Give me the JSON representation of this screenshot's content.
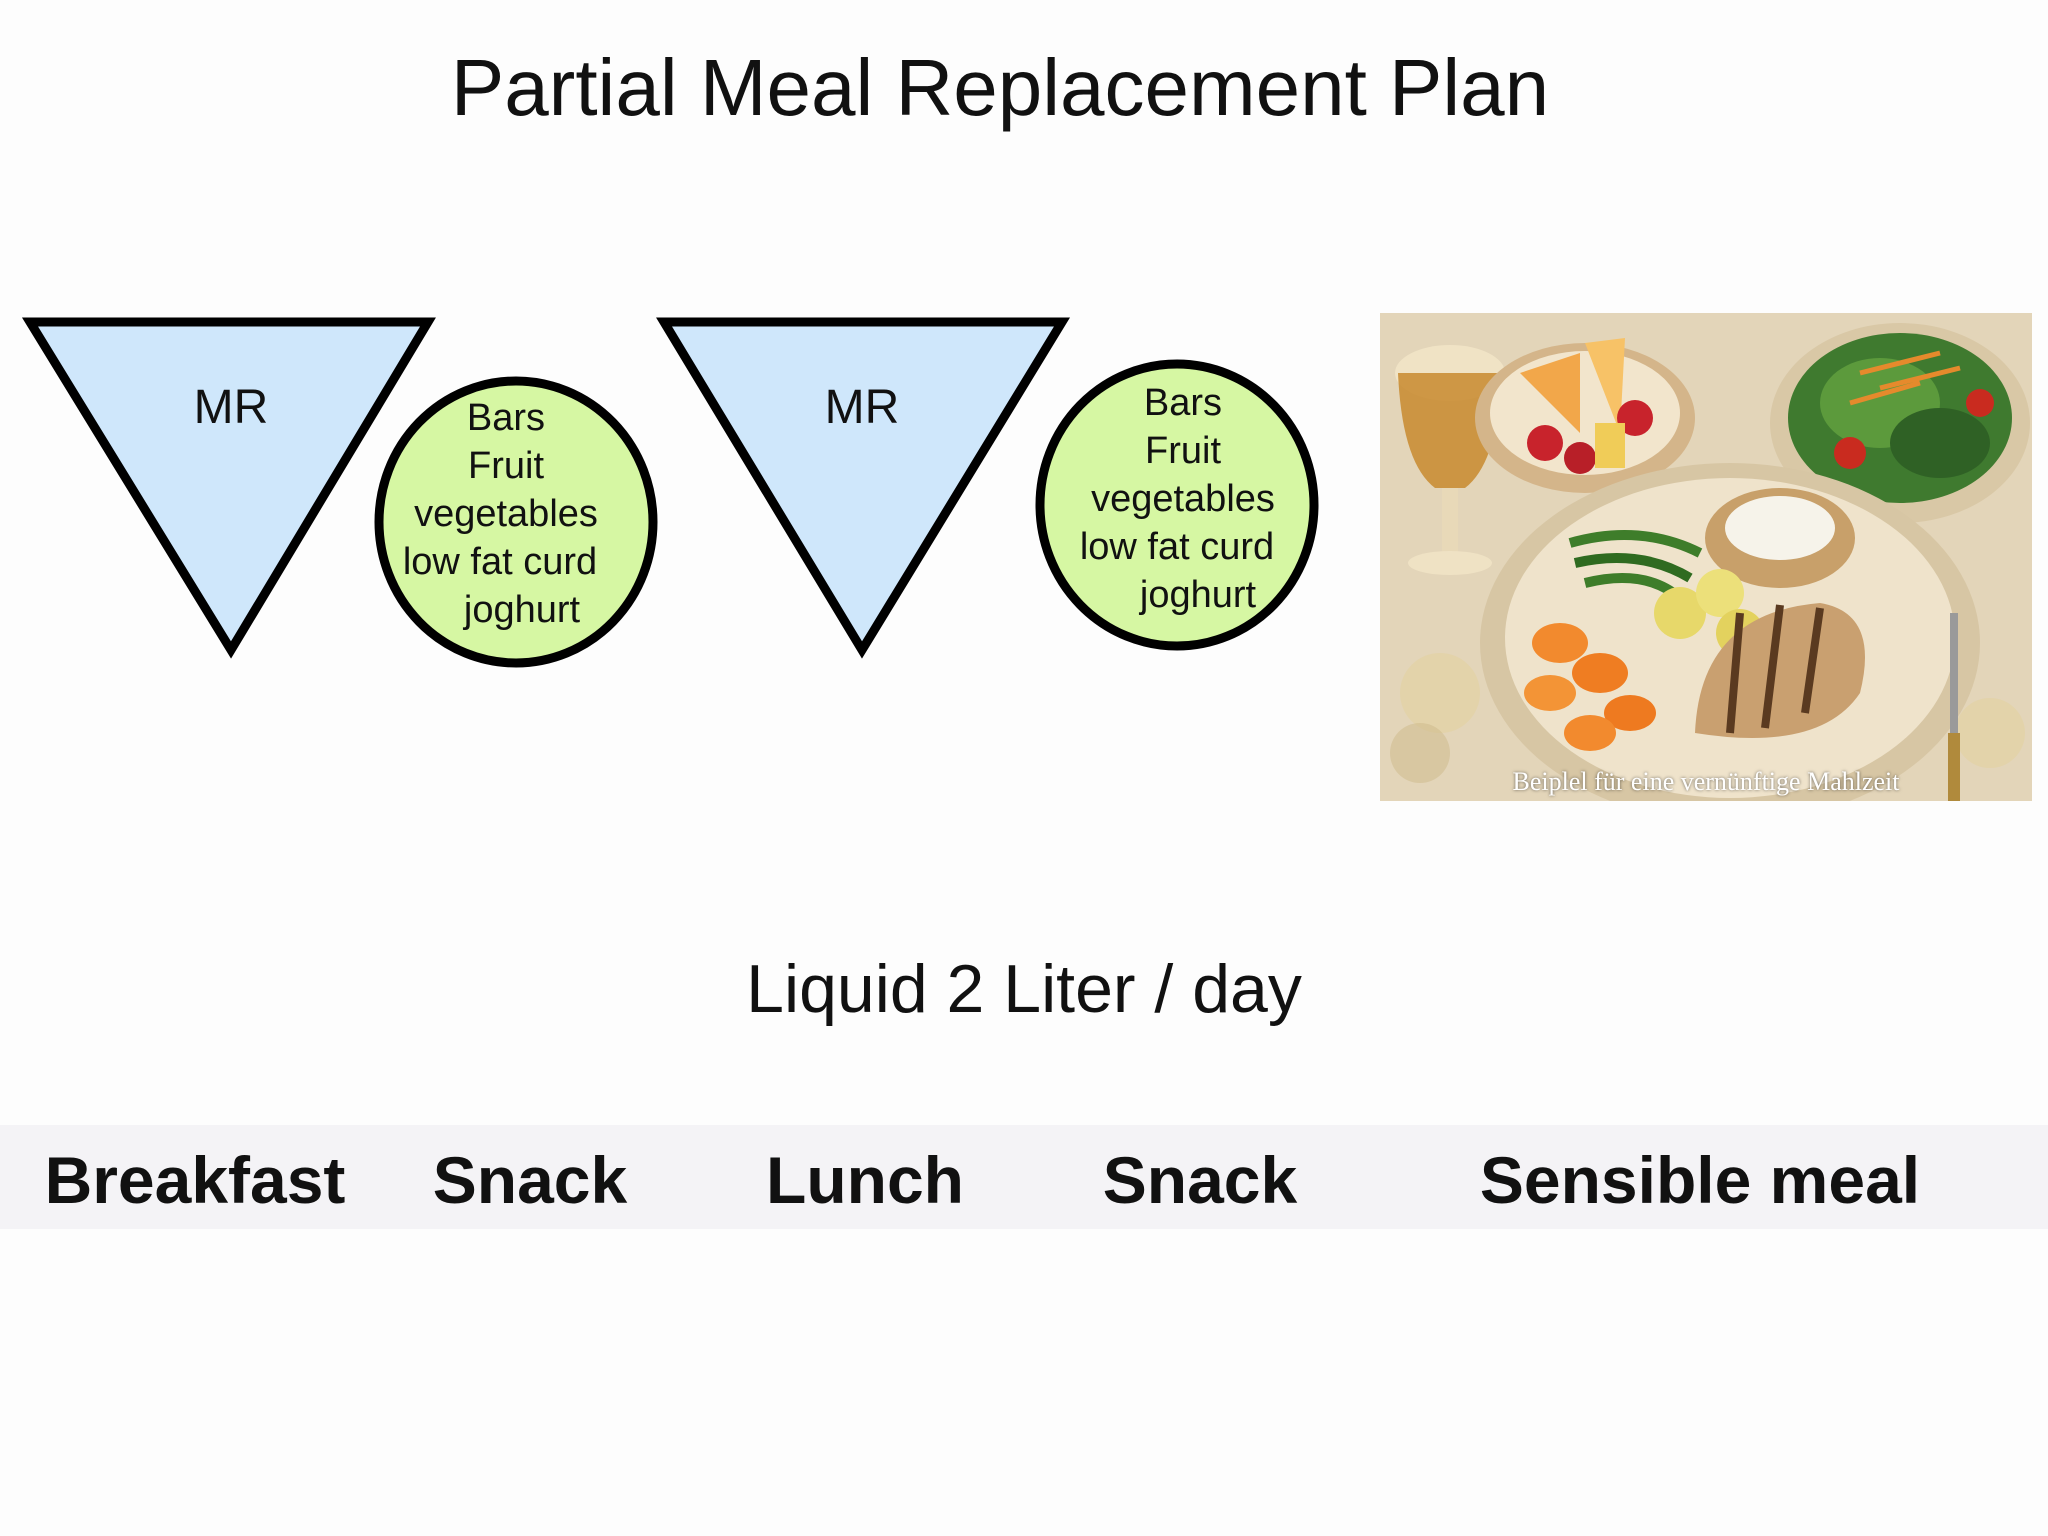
{
  "title": "Partial Meal Replacement Plan",
  "colors": {
    "triangle_fill": "#cfe7fb",
    "circle_fill": "#d6f7a3",
    "outline": "#000000"
  },
  "shapes": {
    "triangle1": {
      "label": "MR"
    },
    "circle1": {
      "lines": [
        "Bars",
        "Fruit",
        "vegetables",
        "low fat curd",
        "joghurt"
      ]
    },
    "triangle2": {
      "label": "MR"
    },
    "circle2": {
      "lines": [
        "Bars",
        "Fruit",
        "vegetables",
        "low fat curd",
        "joghurt"
      ]
    }
  },
  "photo": {
    "icon": "meal-photo",
    "caption": "Beiplel für eine vernünftige Mahlzeit"
  },
  "liquid": "Liquid 2 Liter / day",
  "meals": [
    "Breakfast",
    "Snack",
    "Lunch",
    "Snack",
    "Sensible meal"
  ]
}
